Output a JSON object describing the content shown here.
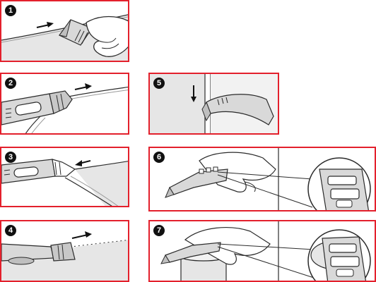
{
  "steps": [
    {
      "number": "1"
    },
    {
      "number": "2"
    },
    {
      "number": "3"
    },
    {
      "number": "4"
    },
    {
      "number": "5"
    },
    {
      "number": "6"
    },
    {
      "number": "7"
    }
  ],
  "colors": {
    "frame": "#e3202c",
    "badge": "#111111",
    "surface": "#e6e6e6",
    "tool": "#d9d9d9",
    "ink": "#2b2b2b"
  },
  "icons": [
    "hand-icon",
    "scraper-tool-icon",
    "direction-arrow-icon",
    "magnifier-inset-icon"
  ]
}
